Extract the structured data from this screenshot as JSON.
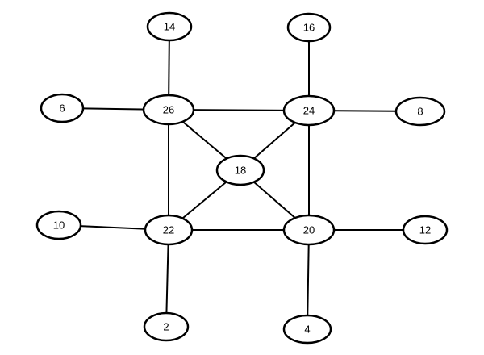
{
  "nodes": [
    {
      "id": "n14",
      "label": "14"
    },
    {
      "id": "n16",
      "label": "16"
    },
    {
      "id": "n6",
      "label": "6"
    },
    {
      "id": "n26",
      "label": "26"
    },
    {
      "id": "n24",
      "label": "24"
    },
    {
      "id": "n8",
      "label": "8"
    },
    {
      "id": "n18",
      "label": "18"
    },
    {
      "id": "n10",
      "label": "10"
    },
    {
      "id": "n22",
      "label": "22"
    },
    {
      "id": "n20",
      "label": "20"
    },
    {
      "id": "n12",
      "label": "12"
    },
    {
      "id": "n2",
      "label": "2"
    },
    {
      "id": "n4",
      "label": "4"
    }
  ],
  "edges": [
    [
      "n14",
      "n26"
    ],
    [
      "n16",
      "n24"
    ],
    [
      "n6",
      "n26"
    ],
    [
      "n26",
      "n24"
    ],
    [
      "n24",
      "n8"
    ],
    [
      "n26",
      "n18"
    ],
    [
      "n24",
      "n18"
    ],
    [
      "n26",
      "n22"
    ],
    [
      "n24",
      "n20"
    ],
    [
      "n18",
      "n22"
    ],
    [
      "n18",
      "n20"
    ],
    [
      "n10",
      "n22"
    ],
    [
      "n22",
      "n20"
    ],
    [
      "n20",
      "n12"
    ],
    [
      "n22",
      "n2"
    ],
    [
      "n20",
      "n4"
    ]
  ],
  "colors": {
    "stroke": "#000000",
    "fill": "#ffffff"
  }
}
